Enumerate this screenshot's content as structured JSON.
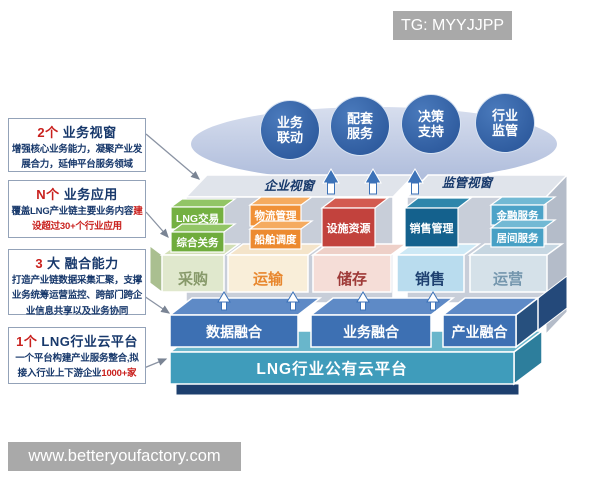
{
  "watermarks": {
    "top_right": "TG: MYYJJPP",
    "bottom_left": "www.betteryoufactory.com"
  },
  "top_circles": [
    {
      "line1": "业务",
      "line2": "联动"
    },
    {
      "line1": "配套",
      "line2": "服务"
    },
    {
      "line1": "决策",
      "line2": "支持"
    },
    {
      "line1": "行业",
      "line2": "监管"
    }
  ],
  "annotations": [
    {
      "num": "2个",
      "title": "业务视窗",
      "body": "增强核心业务能力，凝聚产业发展合力，延伸平台服务领域",
      "highlight": ""
    },
    {
      "num": "N个",
      "title": "业务应用",
      "body": "覆盖LNG产业链主要业务内容",
      "highlight": "建设超过30+个行业应用"
    },
    {
      "num": "3",
      "title": "大 融合能力",
      "body": "打造产业链数据采集汇聚，支撑业务统筹运营监控、跨部门跨企业信息共享以及业务协同",
      "highlight": ""
    },
    {
      "num": "1个",
      "title": "LNG行业云平台",
      "body": "一个平台构建产业服务整合,拟接入行业上下游企业",
      "highlight": "1000+家"
    }
  ],
  "platform": {
    "windows": [
      {
        "label": "企业视窗"
      },
      {
        "label": "监管视窗"
      }
    ],
    "segments": [
      {
        "label": "采购",
        "apps": [
          "LNG交易",
          "综合关务"
        ]
      },
      {
        "label": "运输",
        "apps": [
          "物流管理",
          "船舶调度"
        ]
      },
      {
        "label": "储存",
        "apps": [
          "设施资源"
        ]
      },
      {
        "label": "销售",
        "apps": [
          "销售管理"
        ]
      },
      {
        "label": "运营",
        "apps": [
          "金融服务",
          "居间服务"
        ]
      }
    ],
    "fusion_layers": [
      {
        "label": "数据融合"
      },
      {
        "label": "业务融合"
      },
      {
        "label": "产业融合"
      }
    ],
    "base_layer": "LNG行业公有云平台"
  },
  "colors": {
    "circle_blue": "#3a67ad",
    "app_green": "#74b041",
    "app_orange": "#ef9138",
    "app_red": "#c2423d",
    "app_deep_blue": "#14618d",
    "app_light_blue": "#4da3c8",
    "slab_blue": "#3d70b3",
    "base_teal": "#3f9cbb",
    "navy": "#1d3f6e",
    "accent_red": "#c9211e",
    "text_navy": "#17386b",
    "platform_gray": "#c8ced9"
  }
}
